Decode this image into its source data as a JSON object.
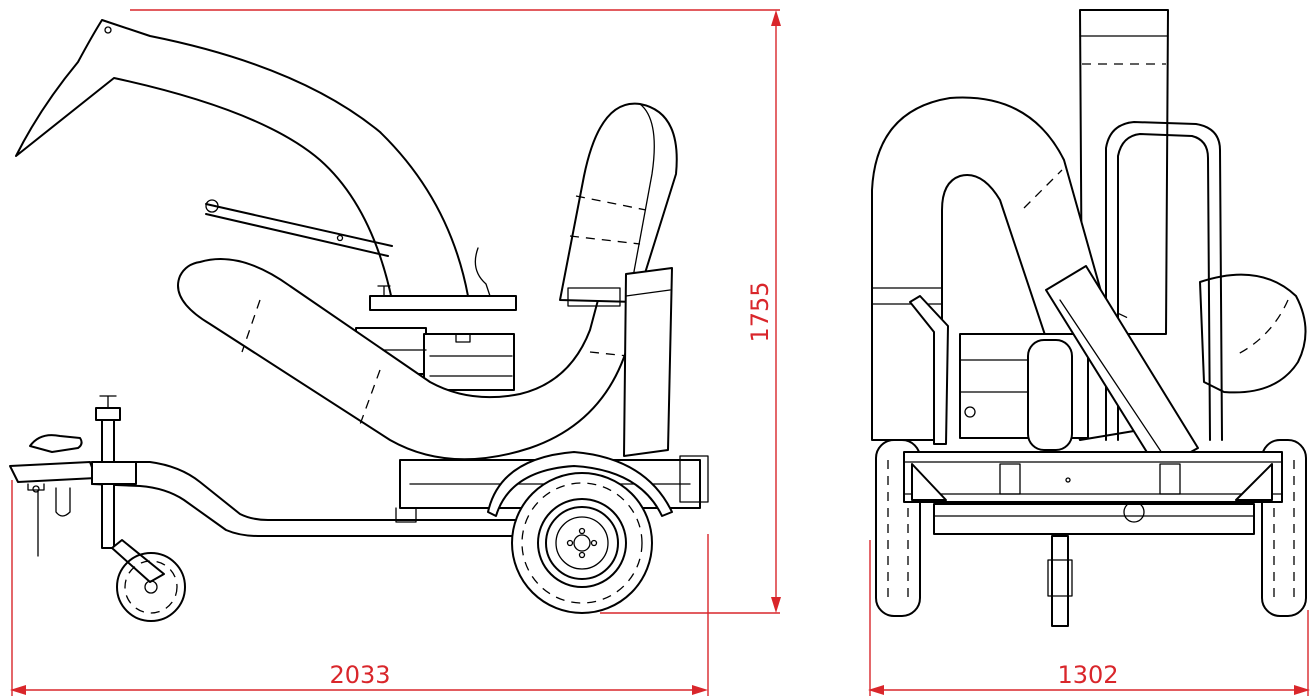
{
  "dimensions": {
    "overall_length": "2033",
    "overall_height": "1755",
    "overall_width": "1302"
  },
  "colors": {
    "dimension_lines": "#d9262b",
    "outline": "#000000",
    "background": "#ffffff"
  }
}
